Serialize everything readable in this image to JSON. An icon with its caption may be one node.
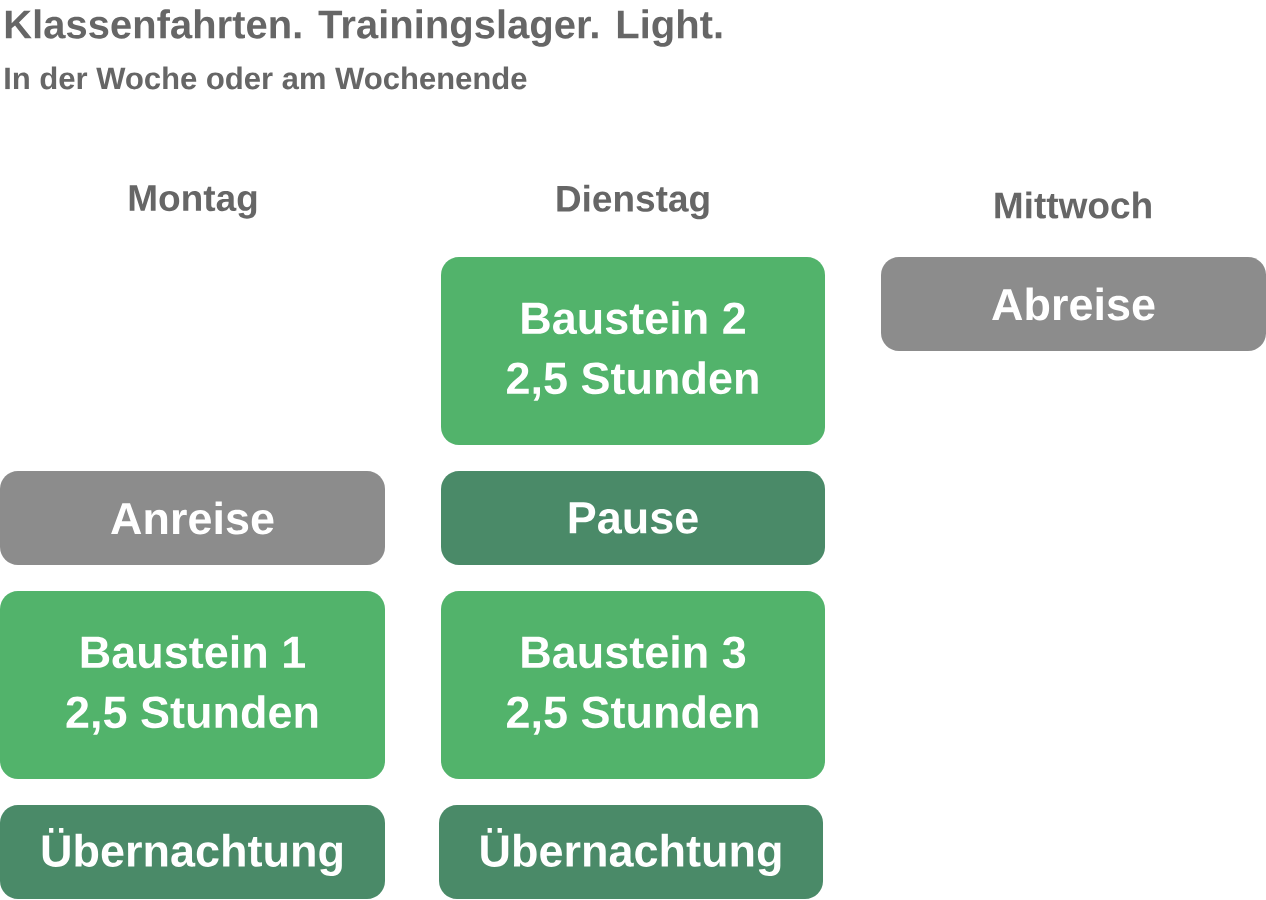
{
  "diagram": {
    "title": "Klassenfahrten. Trainingslager. Light.",
    "nodes": [
      {
        "text": [
          "Anreise"
        ]
      },
      {
        "text": [
          "Baustein 1",
          "2,5 Stunden"
        ]
      },
      {
        "text": [
          "Übernachtung"
        ]
      },
      {
        "text": [
          "Baustein 2",
          "2,5 Stunden"
        ]
      },
      {
        "text": [
          "Pause"
        ]
      },
      {
        "text": [
          "Baustein 3",
          "2,5 Stunden"
        ]
      },
      {
        "text": [
          "Übernachtung"
        ]
      },
      {
        "text": [
          "Abreise"
        ]
      }
    ],
    "labels": [
      "In der Woche oder am Wochenende",
      "Montag",
      "Dienstag",
      "Mittwoch"
    ]
  }
}
